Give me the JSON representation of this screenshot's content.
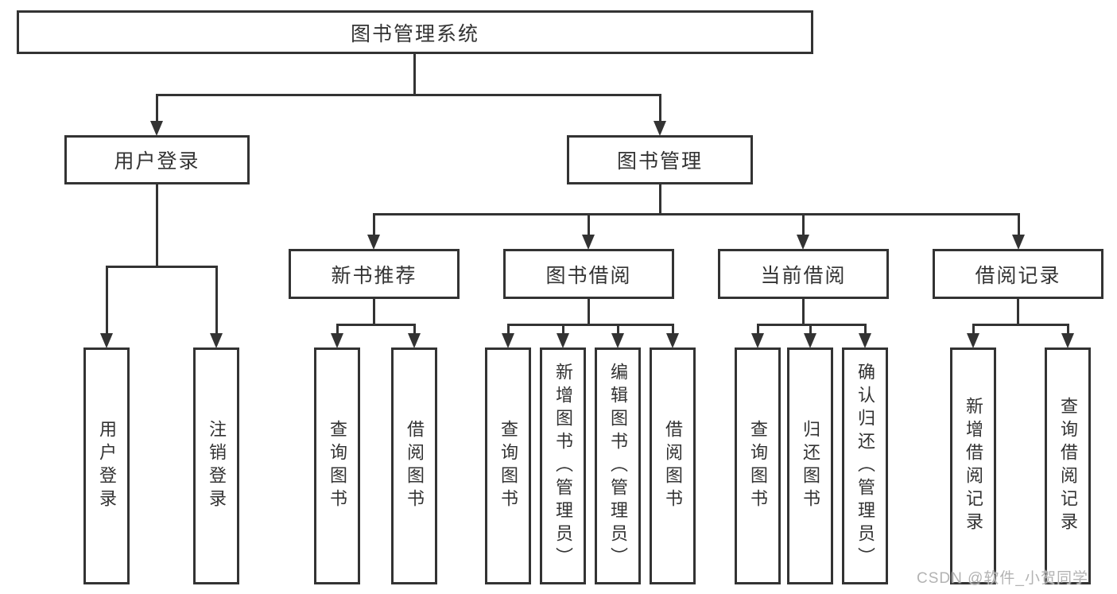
{
  "diagram_type": "hierarchy",
  "colors": {
    "line": "#333333",
    "text": "#333333",
    "background": "#ffffff",
    "watermark": "#b3b3b3"
  },
  "tree": {
    "label": "图书管理系统",
    "children": [
      {
        "label": "用户登录",
        "children": [
          {
            "label": "用户登录"
          },
          {
            "label": "注销登录"
          }
        ]
      },
      {
        "label": "图书管理",
        "children": [
          {
            "label": "新书推荐",
            "children": [
              {
                "label": "查询图书"
              },
              {
                "label": "借阅图书"
              }
            ]
          },
          {
            "label": "图书借阅",
            "children": [
              {
                "label": "查询图书"
              },
              {
                "label": "新增图书（管理员）"
              },
              {
                "label": "编辑图书（管理员）"
              },
              {
                "label": "借阅图书"
              }
            ]
          },
          {
            "label": "当前借阅",
            "children": [
              {
                "label": "查询图书"
              },
              {
                "label": "归还图书"
              },
              {
                "label": "确认归还（管理员）"
              }
            ]
          },
          {
            "label": "借阅记录",
            "children": [
              {
                "label": "新增借阅记录"
              },
              {
                "label": "查询借阅记录"
              }
            ]
          }
        ]
      }
    ]
  },
  "watermark": {
    "text": "CSDN @软件_小贺同学"
  }
}
